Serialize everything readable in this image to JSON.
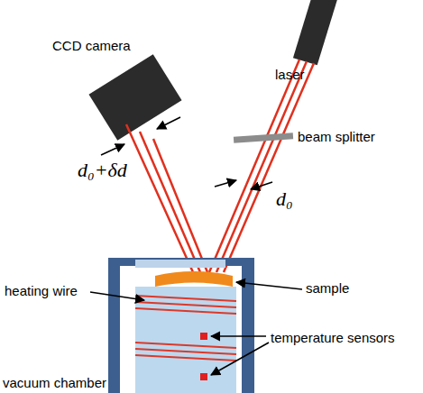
{
  "diagram": {
    "labels": [
      "CCD camera",
      "laser",
      "beam splitter",
      "d₀+δd",
      "d₀",
      "heating wire",
      "sample",
      "temperature sensors",
      "vacuum chamber"
    ]
  }
}
